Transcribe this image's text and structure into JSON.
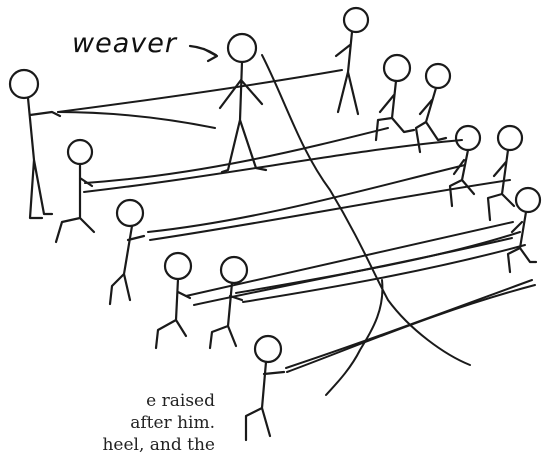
{
  "illustration": {
    "label": "weaver",
    "text_lines": [
      "e raised",
      "after him.",
      "heel, and the"
    ]
  }
}
